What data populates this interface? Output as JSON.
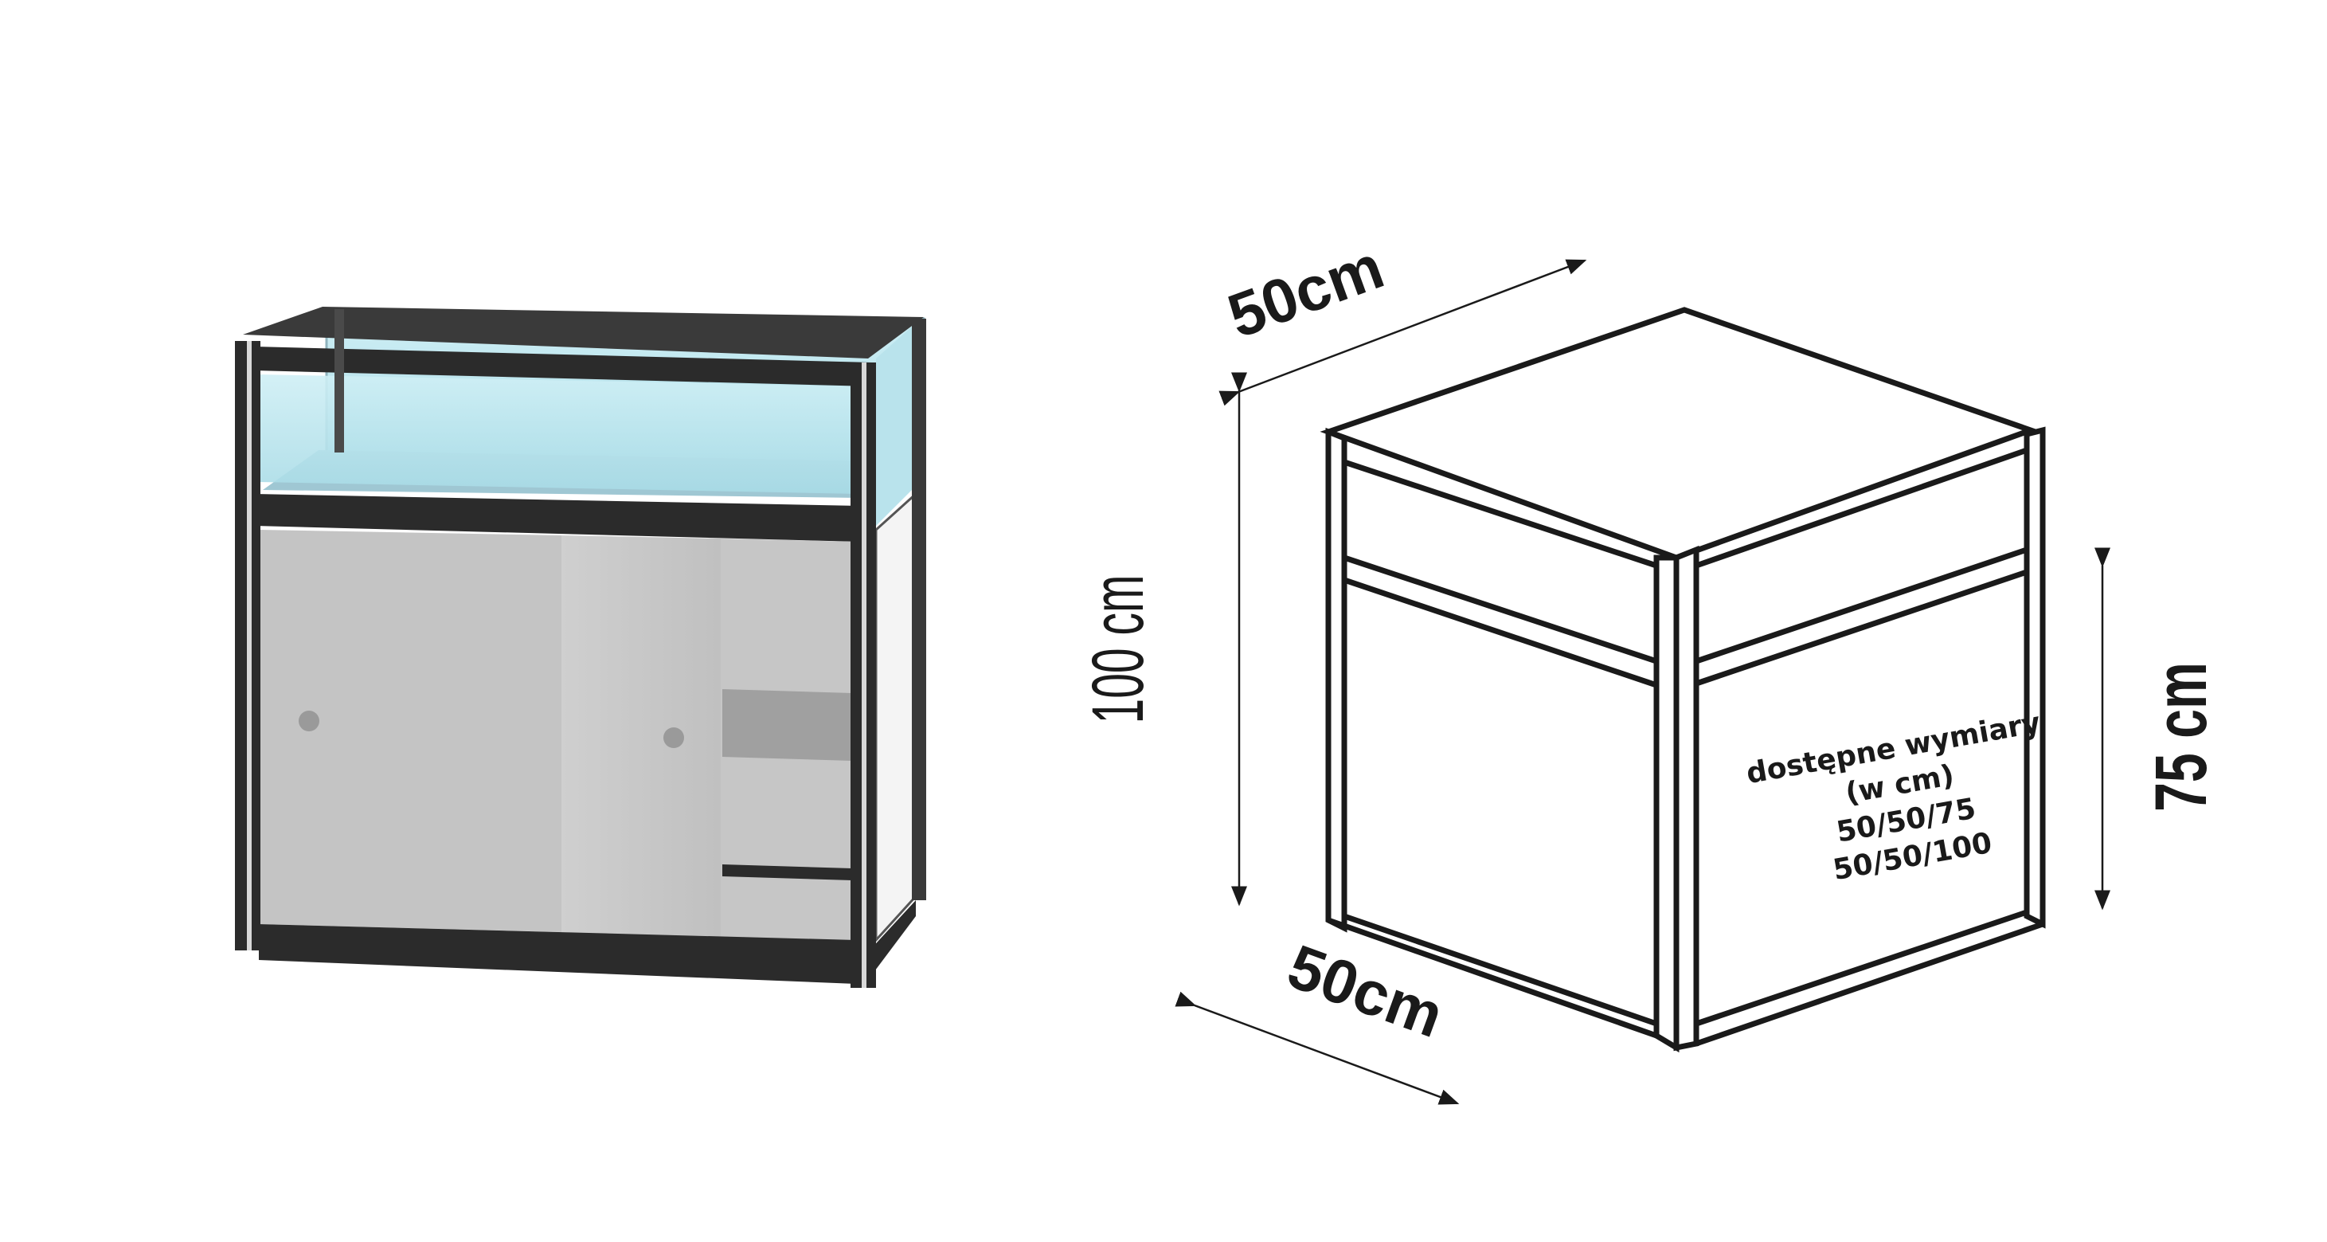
{
  "diagram": {
    "dimension_labels": {
      "width_top": "50cm",
      "depth_bottom": "50cm",
      "height_full": "100 cm",
      "height_short": "75 cm"
    },
    "note": {
      "line1": "dostępne wymiary",
      "line2": "(w cm)",
      "line3": "50/50/75",
      "line4": "50/50/100"
    }
  },
  "colors": {
    "frame": "#2b2b2b",
    "glass": "#bfe6ee",
    "glass_shelf": "#a9ccd8",
    "panel": "#c8c8c8",
    "panel_dark": "#a3a3a3",
    "line": "#1a1a1a"
  }
}
